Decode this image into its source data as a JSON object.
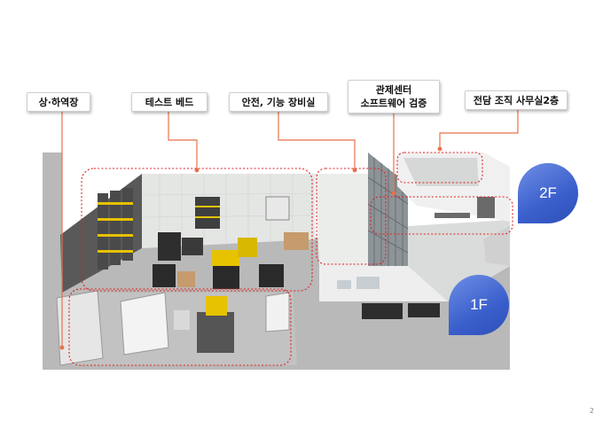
{
  "colors": {
    "accent_line": "#e8724a",
    "highlight_dotted": "#e02020",
    "floor_badge": "#3a5fcc",
    "floor_surface": "#b5b5b5",
    "wall": "#e9ecea",
    "rack_yellow": "#e6c200"
  },
  "labels": {
    "loading": "상·하역장",
    "test_bed": "테스트 베드",
    "safety_lab": "안전, 기능 장비실",
    "control_line1": "관제센터",
    "control_line2": "소프트웨어  검증",
    "office_2f": "전담 조직 사무실2층"
  },
  "floors": {
    "second": "2F",
    "first": "1F"
  },
  "page_number": "2"
}
